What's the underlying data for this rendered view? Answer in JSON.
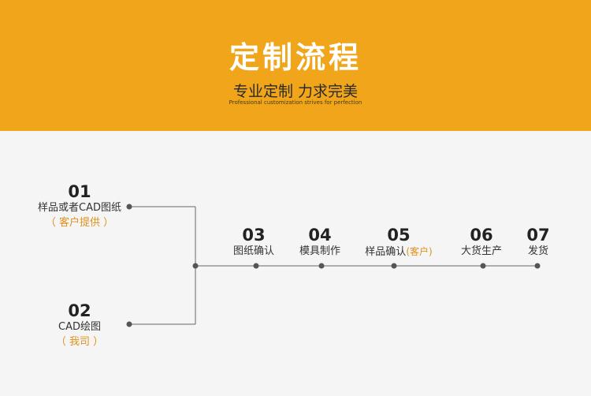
{
  "header": {
    "title": "定制流程",
    "subtitle": "专业定制 力求完美",
    "subtitle_en": "Professional customization strives for perfection",
    "background": "#f0a51a"
  },
  "steps": [
    {
      "num": "01",
      "label": "样品或者CAD图纸",
      "note": "（ 客户提供 ）"
    },
    {
      "num": "02",
      "label": "CAD绘图",
      "note": "（ 我司 ）"
    },
    {
      "num": "03",
      "label": "图纸确认"
    },
    {
      "num": "04",
      "label": "模具制作"
    },
    {
      "num": "05",
      "label": "样品确认",
      "note": "(客户)"
    },
    {
      "num": "06",
      "label": "大货生产"
    },
    {
      "num": "07",
      "label": "发货"
    }
  ],
  "colors": {
    "accent": "#e0901a",
    "line": "#666666"
  }
}
